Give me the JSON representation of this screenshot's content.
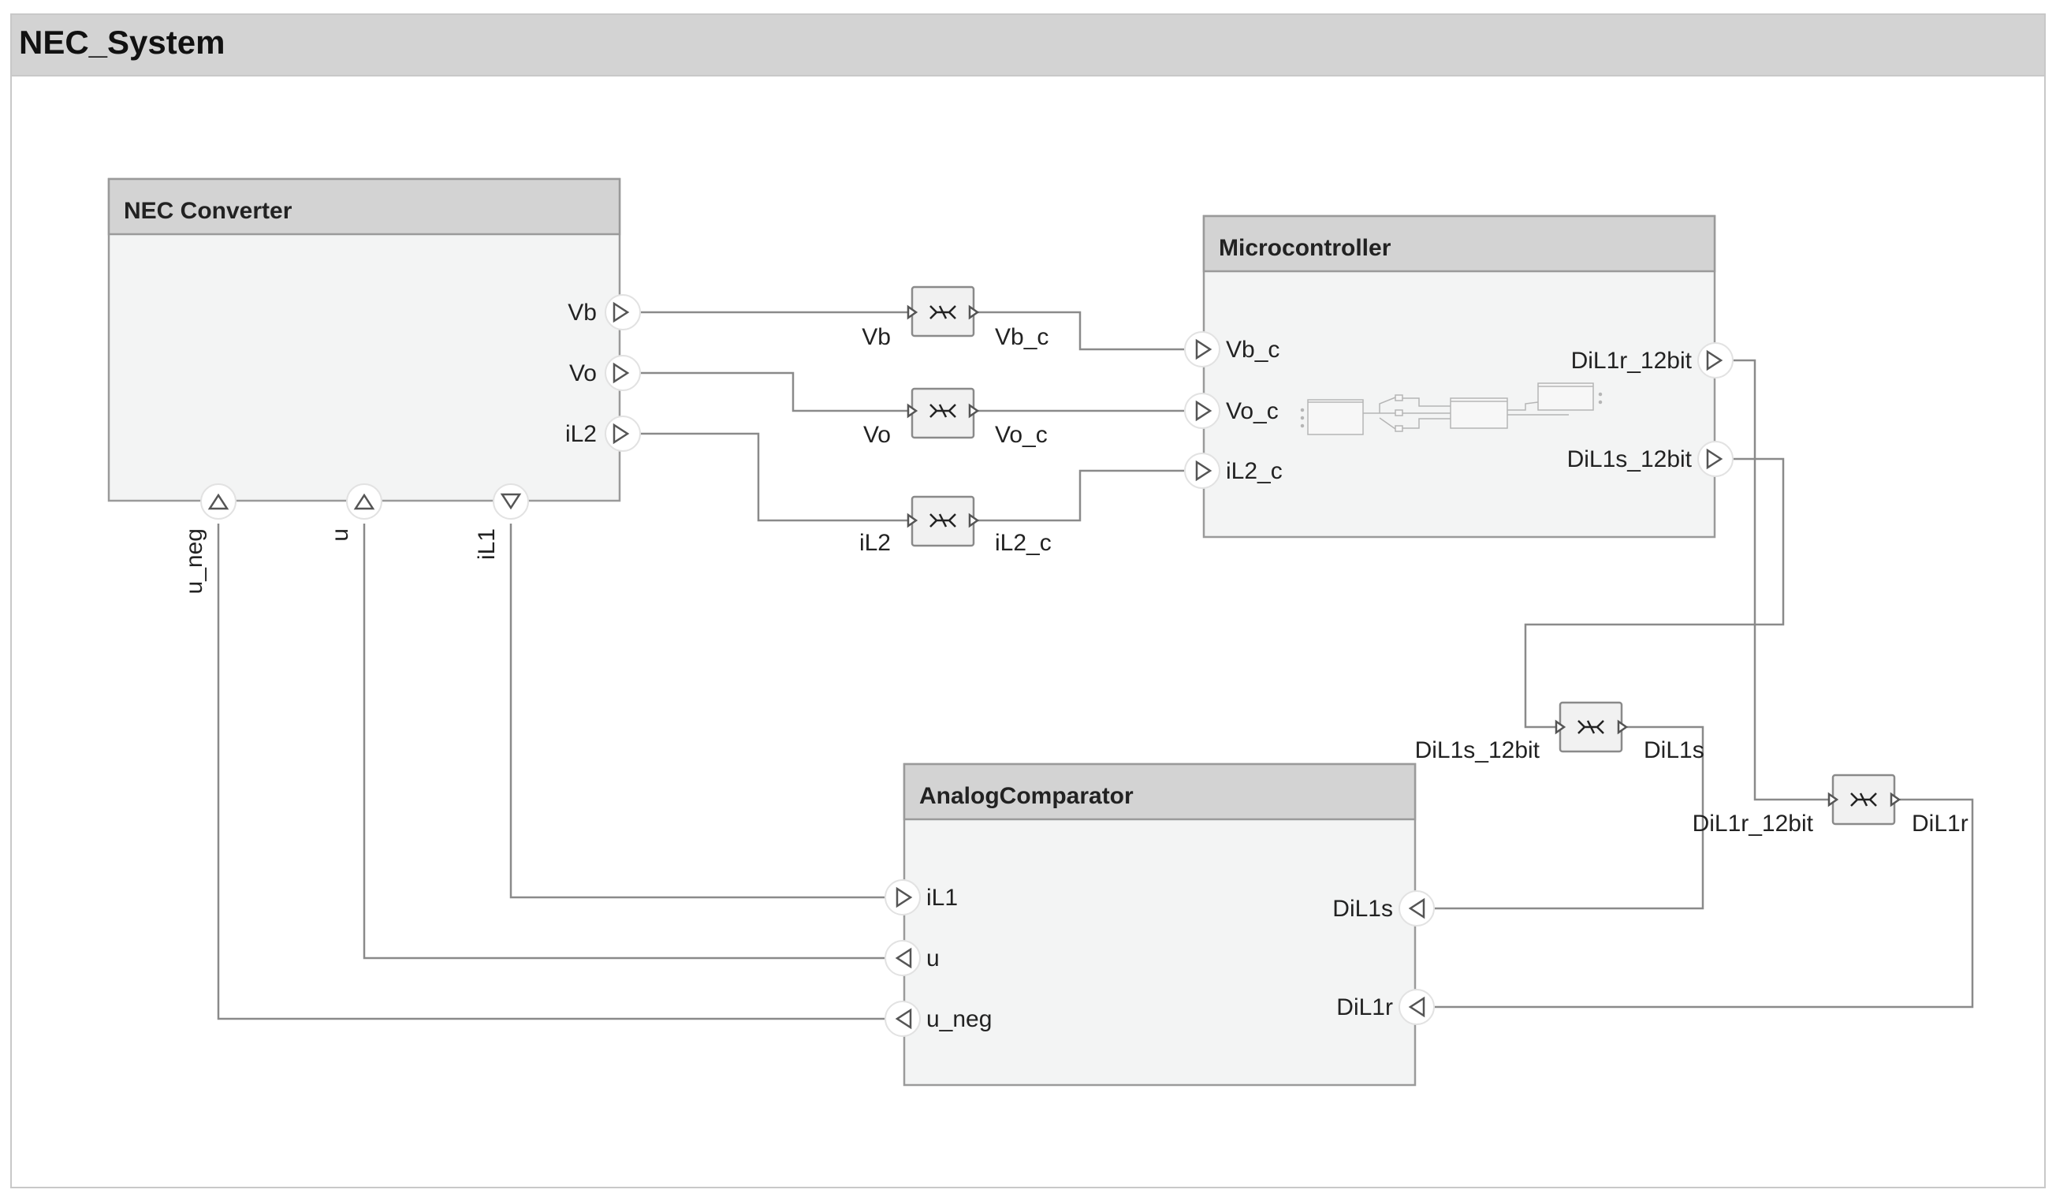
{
  "model": {
    "title": "NEC_System"
  },
  "components": {
    "nec_converter": {
      "title": "NEC Converter",
      "ports_right": [
        "Vb",
        "Vo",
        "iL2"
      ],
      "ports_bottom": [
        "u_neg",
        "u",
        "iL1"
      ]
    },
    "microcontroller": {
      "title": "Microcontroller",
      "ports_left": [
        "Vb_c",
        "Vo_c",
        "iL2_c"
      ],
      "ports_right": [
        "DiL1r_12bit",
        "DiL1s_12bit"
      ]
    },
    "analog_comparator": {
      "title": "AnalogComparator",
      "ports_left": [
        "iL1",
        "u",
        "u_neg"
      ],
      "ports_right": [
        "DiL1s",
        "DiL1r"
      ]
    }
  },
  "adapters": [
    {
      "in": "Vb",
      "out": "Vb_c"
    },
    {
      "in": "Vo",
      "out": "Vo_c"
    },
    {
      "in": "iL2",
      "out": "iL2_c"
    },
    {
      "in": "DiL1s_12bit",
      "out": "DiL1s"
    },
    {
      "in": "DiL1r_12bit",
      "out": "DiL1r"
    }
  ],
  "icons": {
    "port_in": "triangle-right-icon",
    "port_out": "triangle-right-icon",
    "adapter": "adapter-icon"
  },
  "colors": {
    "title_bar": "#d3d3d3",
    "component_body": "#f3f4f4",
    "wire": "#8a8a8a"
  }
}
